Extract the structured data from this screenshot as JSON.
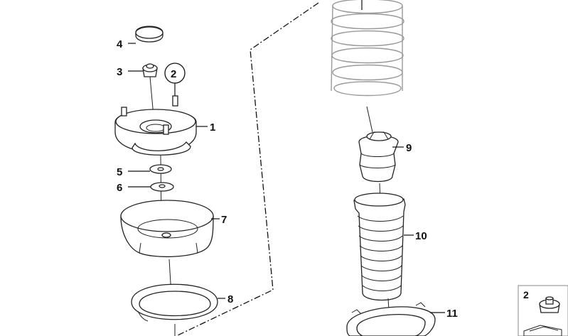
{
  "callouts": {
    "p1": "1",
    "p2": "2",
    "p3": "3",
    "p4": "4",
    "p5": "5",
    "p6": "6",
    "p7": "7",
    "p8": "8",
    "p9": "9",
    "p10": "10",
    "p11": "11"
  },
  "legend": {
    "label": "2"
  },
  "colors": {
    "line": "#222222",
    "spring": "#9a9a9a",
    "background": "#ffffff"
  }
}
